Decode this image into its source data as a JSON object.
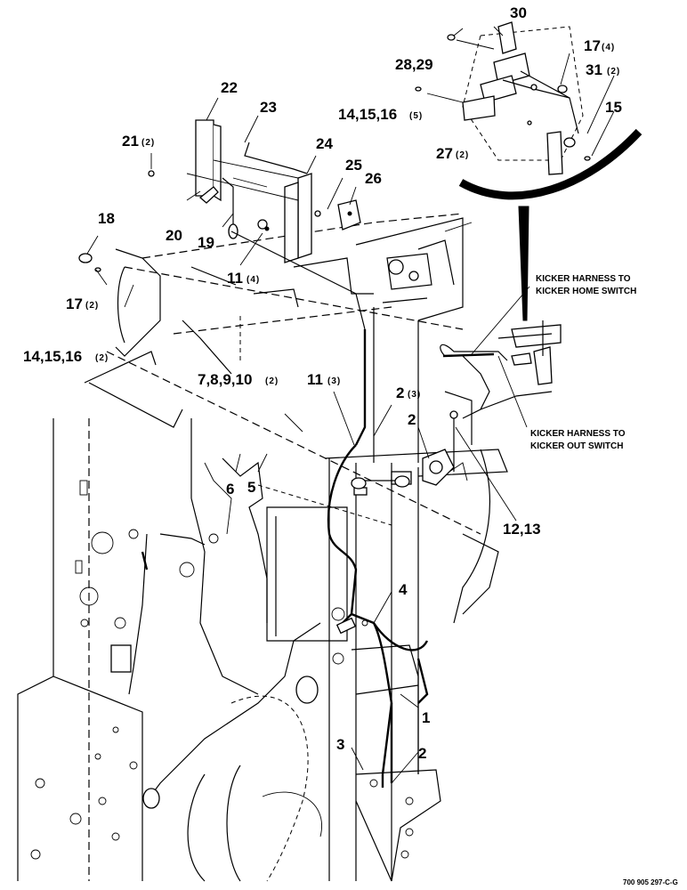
{
  "callouts": {
    "c30": "30",
    "c17a": "17",
    "c17a_q": "(4)",
    "c2829": "28,29",
    "c31": "31",
    "c31_q": "(2)",
    "c141516a": "14,15,16",
    "c141516a_q": "(5)",
    "c15": "15",
    "c27": "27",
    "c27_q": "(2)",
    "c22": "22",
    "c23": "23",
    "c21": "21",
    "c21_q": "(2)",
    "c24": "24",
    "c25": "25",
    "c26": "26",
    "c20": "20",
    "c19": "19",
    "c18": "18",
    "c11a": "11",
    "c11a_q": "(4)",
    "c17b": "17",
    "c17b_q": "(2)",
    "c141516b": "14,15,16",
    "c141516b_q": "(2)",
    "c78910": "7,8,9,10",
    "c78910_q": "(2)",
    "c11b": "11",
    "c11b_q": "(3)",
    "c2a": "2",
    "c2a_q": "(3)",
    "c2b": "2",
    "c6": "6",
    "c5": "5",
    "c1213": "12,13",
    "c4": "4",
    "c1": "1",
    "c3": "3",
    "c2c": "2"
  },
  "notes": {
    "home_l1": "KICKER HARNESS TO",
    "home_l2": "KICKER HOME SWITCH",
    "out_l1": "KICKER HARNESS TO",
    "out_l2": "KICKER OUT SWITCH"
  },
  "figure_code": "700 905 297-C-G"
}
